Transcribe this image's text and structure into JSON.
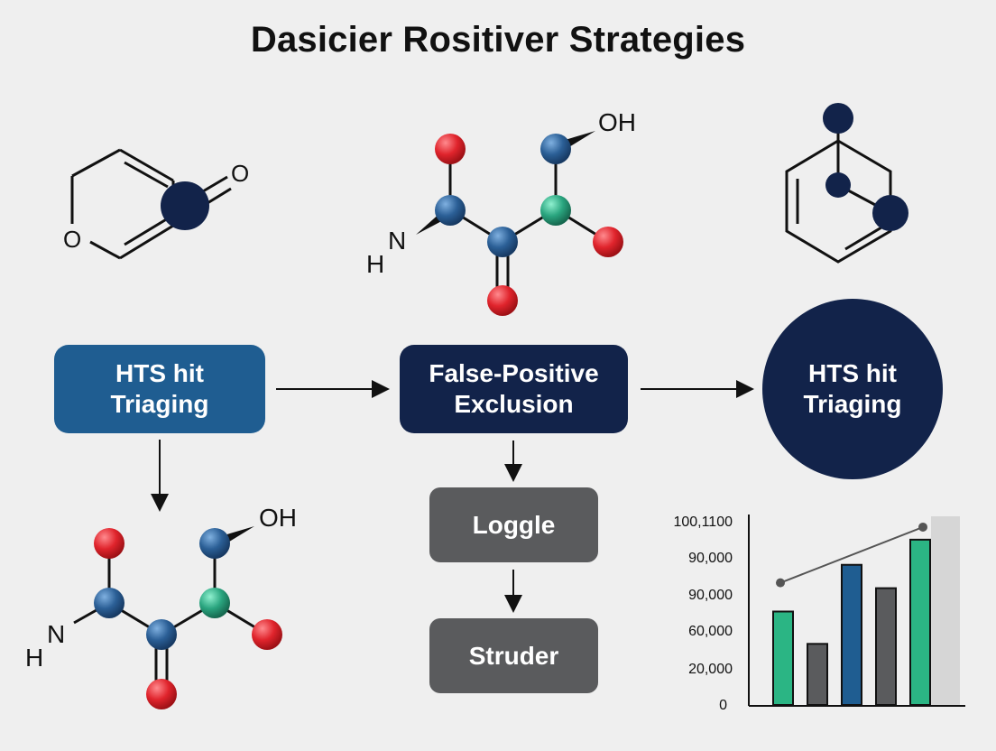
{
  "title": "Dasicier Rositiver Strategies",
  "boxes": {
    "hts_left": "HTS hit\nTriaging",
    "false_positive": "False-Positive\nExclusion",
    "hts_right": "HTS hit\nTriaging",
    "loggle": "Loggle",
    "struder": "Struder"
  },
  "molecule_labels": {
    "ring_o_right": "O",
    "ring_o_left": "O",
    "top_oh": "OH",
    "top_n": "N",
    "top_h": "H",
    "bottom_oh": "OH",
    "bottom_n": "N",
    "bottom_h": "H"
  },
  "colors": {
    "oxygen": "#d8222a",
    "carbon_blue": "#2b5f96",
    "carbon_green": "#2aa57f",
    "navy": "#12234a",
    "blue_box": "#1f5d91",
    "gray_box": "#5a5b5d"
  },
  "chart_data": {
    "type": "bar",
    "y_tick_labels": [
      "100,1100",
      "90,000",
      "90,000",
      "60,000",
      "20,000",
      "0"
    ],
    "values": [
      52,
      34,
      78,
      65,
      92
    ],
    "bar_colors": [
      "#2bb584",
      "#5a5b5d",
      "#1f5d91",
      "#5a5b5d",
      "#2bb584"
    ],
    "trend_line": [
      [
        0,
        68
      ],
      [
        4,
        99
      ]
    ],
    "ylim": [
      0,
      105
    ],
    "title": "",
    "xlabel": "",
    "ylabel": ""
  }
}
